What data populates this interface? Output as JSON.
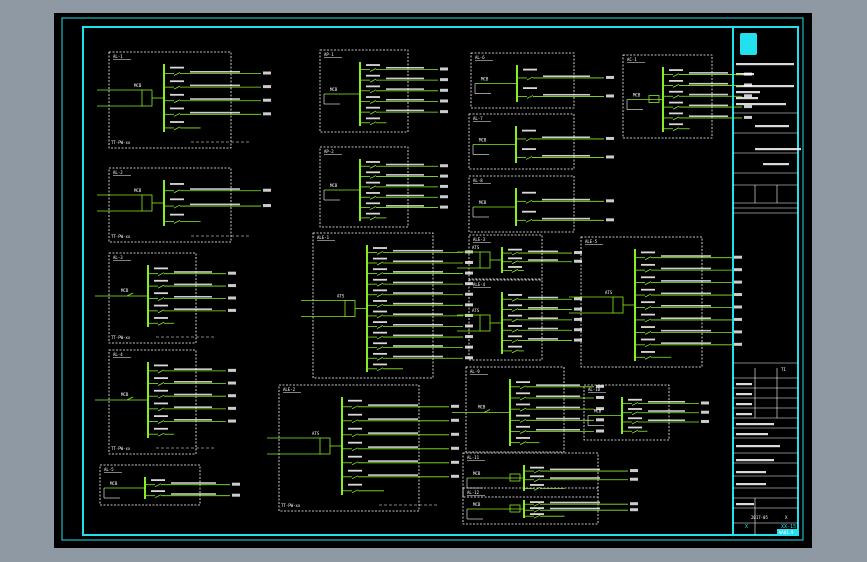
{
  "drawing": {
    "title": "Power distribution system diagram",
    "colors": {
      "background": "#8f99a3",
      "sheet": "#000000",
      "frame": "#22e0ee",
      "wire": "#88ee22",
      "text": "#ffffff",
      "dashed_box": "#ffffff"
    }
  },
  "panels": [
    {
      "id": "p1",
      "name": "AL-1",
      "feeders": 5,
      "breaker_label": "MCB",
      "note": "TT-PW-xx"
    },
    {
      "id": "p2",
      "name": "AL-2",
      "feeders": 3,
      "breaker_label": "MCB",
      "note": "TT-PW-xx"
    },
    {
      "id": "p3",
      "name": "AL-3",
      "feeders": 5,
      "breaker_label": "MCB",
      "note": "TT-PW-xx"
    },
    {
      "id": "p4",
      "name": "AL-4",
      "feeders": 6,
      "breaker_label": "MCB",
      "note": "TT-PW-xx"
    },
    {
      "id": "p5",
      "name": "AL-5",
      "feeders": 2,
      "breaker_label": "MCB",
      "note": ""
    },
    {
      "id": "p6",
      "name": "AP-1",
      "feeders": 6,
      "breaker_label": "MCB",
      "note": ""
    },
    {
      "id": "p7",
      "name": "AP-2",
      "feeders": 6,
      "breaker_label": "MCB",
      "note": ""
    },
    {
      "id": "p8",
      "name": "ALE-1",
      "feeders": 12,
      "breaker_label": "ATS",
      "note": ""
    },
    {
      "id": "p9",
      "name": "ALE-2",
      "feeders": 7,
      "breaker_label": "ATS",
      "note": "TT-PW-xx"
    },
    {
      "id": "p10",
      "name": "AL-6",
      "feeders": 2,
      "breaker_label": "MCB",
      "note": ""
    },
    {
      "id": "p11",
      "name": "AL-7",
      "feeders": 2,
      "breaker_label": "MCB",
      "note": ""
    },
    {
      "id": "p12",
      "name": "AL-8",
      "feeders": 2,
      "breaker_label": "MCB",
      "note": ""
    },
    {
      "id": "p13",
      "name": "AC-1",
      "feeders": 6,
      "breaker_label": "MCB",
      "note": ""
    },
    {
      "id": "p14",
      "name": "ALE-3",
      "feeders": 3,
      "breaker_label": "ATS",
      "note": ""
    },
    {
      "id": "p15",
      "name": "ALE-4",
      "feeders": 6,
      "breaker_label": "ATS",
      "note": ""
    },
    {
      "id": "p16",
      "name": "AL-9",
      "feeders": 6,
      "breaker_label": "MCB",
      "note": ""
    },
    {
      "id": "p17",
      "name": "ALE-5",
      "feeders": 9,
      "breaker_label": "ATS",
      "note": ""
    },
    {
      "id": "p18",
      "name": "AL-10",
      "feeders": 4,
      "breaker_label": "MCB",
      "note": ""
    },
    {
      "id": "p19",
      "name": "AL-11",
      "feeders": 3,
      "breaker_label": "MCB",
      "note": ""
    },
    {
      "id": "p20",
      "name": "AL-12",
      "feeders": 3,
      "breaker_label": "MCB",
      "note": ""
    }
  ],
  "title_block": {
    "logo": "...",
    "rows": [
      "Design Institute",
      "Project",
      "Notes",
      "Drawing title",
      "Drawing no.",
      "Sheet"
    ],
    "scale_label": "TI",
    "date": "2017-05",
    "sheet_no": "XX-15",
    "drawing_no": "NA01.9",
    "revision": "X"
  }
}
